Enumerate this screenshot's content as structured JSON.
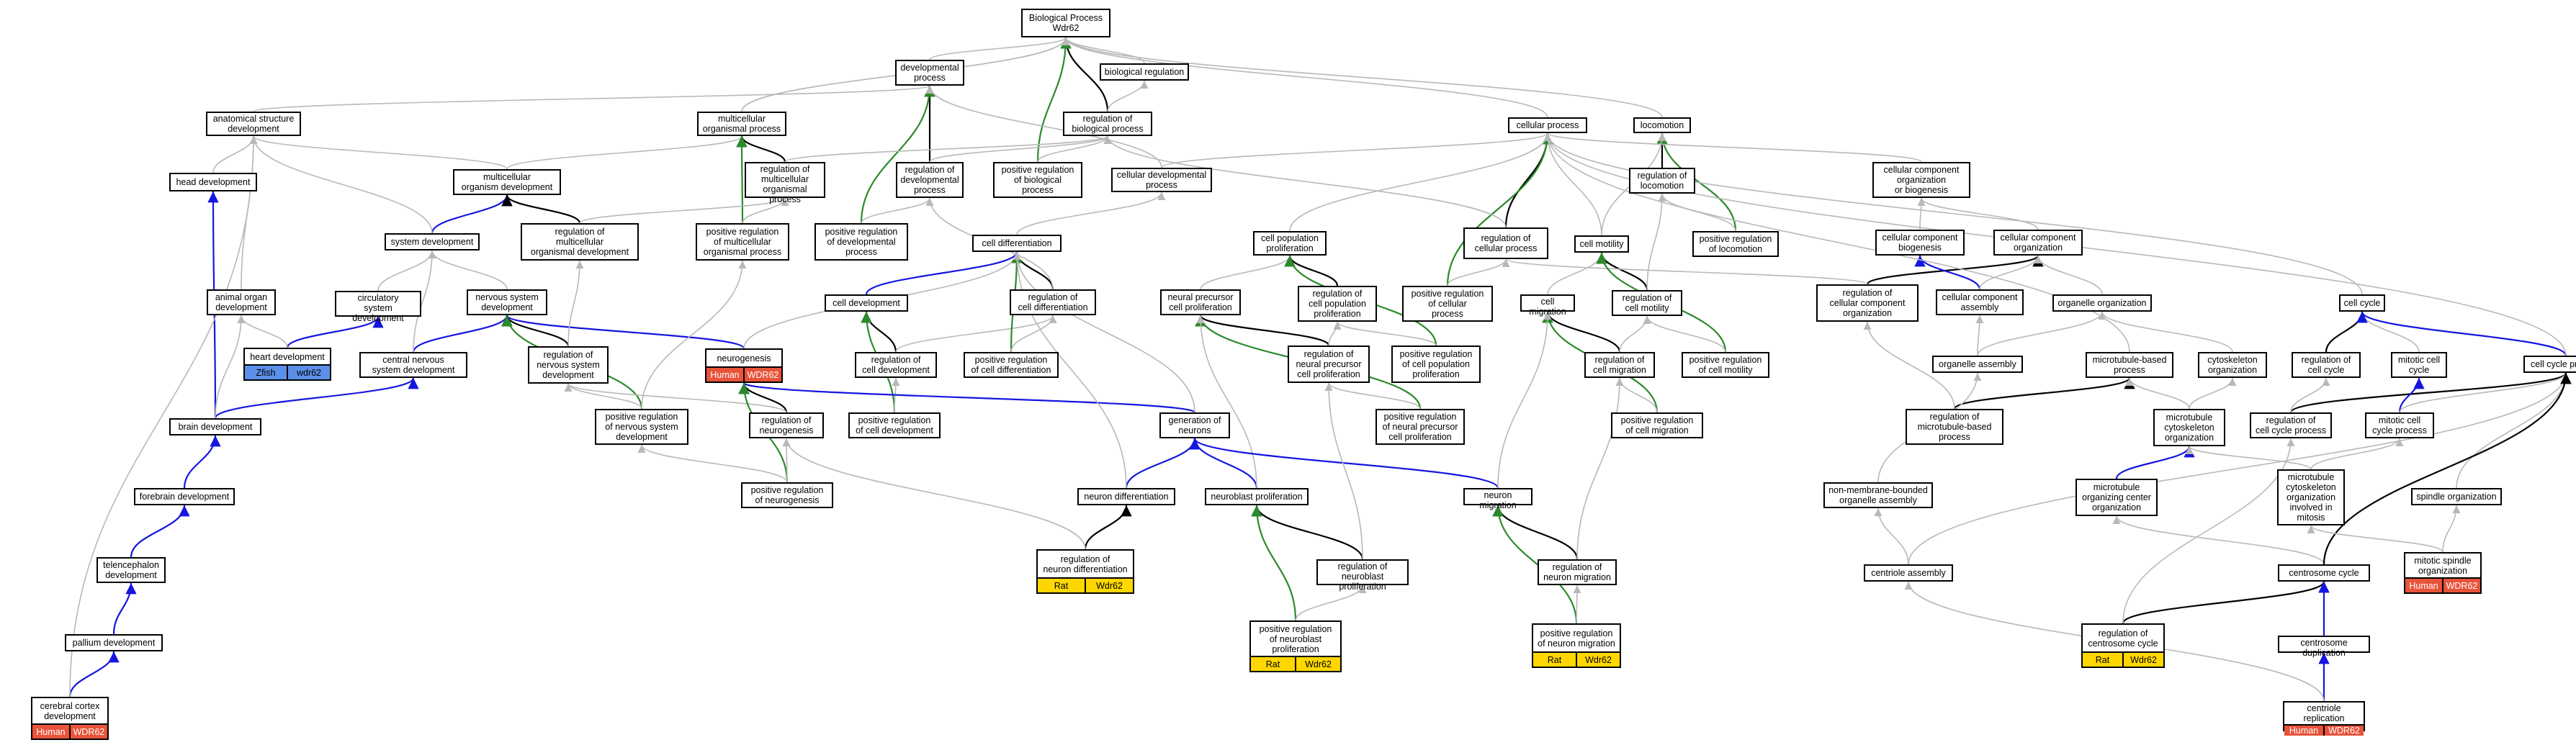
{
  "colors": {
    "grey": "#b8b8b8",
    "black": "#000000",
    "green": "#2b8a2b",
    "blue": "#1515e0",
    "rat": "#ffd700",
    "human": "#e8533a",
    "zfish": "#5b8fe8"
  },
  "nodes": [
    {
      "id": "bp",
      "label": "Biological Process\nWdr62"
    },
    {
      "id": "dev",
      "label": "developmental\nprocess"
    },
    {
      "id": "breg",
      "label": "biological regulation"
    },
    {
      "id": "asd",
      "label": "anatomical structure\ndevelopment"
    },
    {
      "id": "mop",
      "label": "multicellular\norganismal process"
    },
    {
      "id": "rbp",
      "label": "regulation of\nbiological process"
    },
    {
      "id": "cp",
      "label": "cellular process"
    },
    {
      "id": "loc",
      "label": "locomotion"
    },
    {
      "id": "hd",
      "label": "head development"
    },
    {
      "id": "mod",
      "label": "multicellular\norganism development"
    },
    {
      "id": "rmop",
      "label": "regulation of\nmulticellular\norganismal process"
    },
    {
      "id": "rdp",
      "label": "regulation of\ndevelopmental\nprocess"
    },
    {
      "id": "prbp",
      "label": "positive regulation\nof biological\nprocess"
    },
    {
      "id": "cdp",
      "label": "cellular developmental\nprocess"
    },
    {
      "id": "rloc",
      "label": "regulation of\nlocomotion"
    },
    {
      "id": "ccob",
      "label": "cellular component\norganization\nor biogenesis"
    },
    {
      "id": "sd",
      "label": "system development"
    },
    {
      "id": "rmod",
      "label": "regulation of\nmulticellular\norganismal development"
    },
    {
      "id": "prmop",
      "label": "positive regulation\nof multicellular\norganismal process"
    },
    {
      "id": "prdp",
      "label": "positive regulation\nof developmental\nprocess"
    },
    {
      "id": "cdiff",
      "label": "cell differentiation"
    },
    {
      "id": "cpp",
      "label": "cell population\nproliferation"
    },
    {
      "id": "rcp",
      "label": "regulation of\ncellular process"
    },
    {
      "id": "cmot",
      "label": "cell motility"
    },
    {
      "id": "prloc",
      "label": "positive regulation\nof locomotion"
    },
    {
      "id": "ccb",
      "label": "cellular component\nbiogenesis"
    },
    {
      "id": "cco",
      "label": "cellular component\norganization"
    },
    {
      "id": "aod",
      "label": "animal organ\ndevelopment"
    },
    {
      "id": "csd",
      "label": "circulatory\nsystem development"
    },
    {
      "id": "nsd",
      "label": "nervous system\ndevelopment"
    },
    {
      "id": "cdev",
      "label": "cell development"
    },
    {
      "id": "rcd",
      "label": "regulation of\ncell differentiation"
    },
    {
      "id": "npcp",
      "label": "neural precursor\ncell proliferation"
    },
    {
      "id": "rcpp",
      "label": "regulation of\ncell population\nproliferation"
    },
    {
      "id": "prcp",
      "label": "positive regulation\nof cellular\nprocess"
    },
    {
      "id": "cmig",
      "label": "cell migration"
    },
    {
      "id": "rcm",
      "label": "regulation of\ncell motility"
    },
    {
      "id": "rcco",
      "label": "regulation of\ncellular component\norganization"
    },
    {
      "id": "cca",
      "label": "cellular component\nassembly"
    },
    {
      "id": "oo",
      "label": "organelle organization"
    },
    {
      "id": "cc",
      "label": "cell cycle"
    },
    {
      "id": "heart",
      "label": "heart development",
      "tags": [
        "Zfish",
        "wdr62"
      ],
      "color": "blue"
    },
    {
      "id": "cnsd",
      "label": "central nervous\nsystem development"
    },
    {
      "id": "neurog",
      "label": "neurogenesis",
      "tags": [
        "Human",
        "WDR62"
      ],
      "color": "red"
    },
    {
      "id": "rnsd",
      "label": "regulation of\nnervous system\ndevelopment"
    },
    {
      "id": "rcdev",
      "label": "regulation of\ncell development"
    },
    {
      "id": "prcd",
      "label": "positive regulation\nof cell differentiation"
    },
    {
      "id": "rnpcp",
      "label": "regulation of\nneural precursor\ncell proliferation"
    },
    {
      "id": "prcpp",
      "label": "positive regulation\nof cell population\nproliferation"
    },
    {
      "id": "rcmig",
      "label": "regulation of\ncell migration"
    },
    {
      "id": "prcm",
      "label": "positive regulation\nof cell motility"
    },
    {
      "id": "oa",
      "label": "organelle assembly"
    },
    {
      "id": "mbp",
      "label": "microtubule-based\nprocess"
    },
    {
      "id": "cyto",
      "label": "cytoskeleton\norganization"
    },
    {
      "id": "rcc",
      "label": "regulation of\ncell cycle"
    },
    {
      "id": "mcc",
      "label": "mitotic cell\ncycle"
    },
    {
      "id": "ccp",
      "label": "cell cycle process"
    },
    {
      "id": "brain",
      "label": "brain development"
    },
    {
      "id": "prnsd",
      "label": "positive regulation\nof nervous system\ndevelopment"
    },
    {
      "id": "rneurog",
      "label": "regulation of\nneurogenesis"
    },
    {
      "id": "prcdev",
      "label": "positive regulation\nof cell development"
    },
    {
      "id": "gon",
      "label": "generation of\nneurons"
    },
    {
      "id": "prnpcp",
      "label": "positive regulation\nof neural precursor\ncell proliferation"
    },
    {
      "id": "prcmig",
      "label": "positive regulation\nof cell migration"
    },
    {
      "id": "rmbp",
      "label": "regulation of\nmicrotubule-based\nprocess"
    },
    {
      "id": "mco",
      "label": "microtubule\ncytoskeleton\norganization"
    },
    {
      "id": "rccp",
      "label": "regulation of\ncell cycle process"
    },
    {
      "id": "mccp",
      "label": "mitotic cell\ncycle process"
    },
    {
      "id": "forebrain",
      "label": "forebrain development"
    },
    {
      "id": "prneurog",
      "label": "positive regulation\nof neurogenesis"
    },
    {
      "id": "ndiff",
      "label": "neuron differentiation"
    },
    {
      "id": "nbp",
      "label": "neuroblast proliferation"
    },
    {
      "id": "nmig",
      "label": "neuron migration"
    },
    {
      "id": "nmboa",
      "label": "non-membrane-bounded\norganelle assembly"
    },
    {
      "id": "mocc",
      "label": "microtubule\norganizing center\norganization"
    },
    {
      "id": "mcomit",
      "label": "microtubule\ncytoskeleton\norganization\ninvolved in\nmitosis"
    },
    {
      "id": "spindle",
      "label": "spindle organization"
    },
    {
      "id": "tel",
      "label": "telencephalon\ndevelopment"
    },
    {
      "id": "rnd",
      "label": "regulation of\nneuron differentiation",
      "tags": [
        "Rat",
        "Wdr62"
      ],
      "color": "yellow"
    },
    {
      "id": "rnbp",
      "label": "regulation of\nneuroblast proliferation"
    },
    {
      "id": "rnm",
      "label": "regulation of\nneuron migration"
    },
    {
      "id": "ca",
      "label": "centriole assembly"
    },
    {
      "id": "csc",
      "label": "centrosome cycle"
    },
    {
      "id": "msp",
      "label": "mitotic spindle\norganization",
      "tags": [
        "Human",
        "WDR62"
      ],
      "color": "red"
    },
    {
      "id": "pallium",
      "label": "pallium development"
    },
    {
      "id": "prnbp",
      "label": "positive regulation\nof neuroblast\nproliferation",
      "tags": [
        "Rat",
        "Wdr62"
      ],
      "color": "yellow"
    },
    {
      "id": "prnm",
      "label": "positive regulation\nof neuron migration",
      "tags": [
        "Rat",
        "Wdr62"
      ],
      "color": "yellow"
    },
    {
      "id": "rcsc",
      "label": "regulation of\ncentrosome cycle",
      "tags": [
        "Rat",
        "Wdr62"
      ],
      "color": "yellow"
    },
    {
      "id": "cdup",
      "label": "centrosome duplication"
    },
    {
      "id": "cerebral",
      "label": "cerebral cortex\ndevelopment",
      "tags": [
        "Human",
        "WDR62"
      ],
      "color": "red"
    },
    {
      "id": "crep",
      "label": "centriole replication",
      "tags": [
        "Human",
        "WDR62"
      ],
      "color": "red"
    }
  ],
  "edges": [
    [
      "dev",
      "bp",
      "grey"
    ],
    [
      "breg",
      "bp",
      "grey"
    ],
    [
      "rbp",
      "bp",
      "black"
    ],
    [
      "prbp",
      "bp",
      "green"
    ],
    [
      "cp",
      "bp",
      "grey"
    ],
    [
      "loc",
      "bp",
      "grey"
    ],
    [
      "mop",
      "bp",
      "grey"
    ],
    [
      "asd",
      "dev",
      "grey"
    ],
    [
      "rbp",
      "breg",
      "grey"
    ],
    [
      "mop",
      "bp",
      "grey"
    ],
    [
      "rdp",
      "dev",
      "black"
    ],
    [
      "prdp",
      "dev",
      "green"
    ],
    [
      "hd",
      "asd",
      "grey"
    ],
    [
      "mod",
      "asd",
      "grey"
    ],
    [
      "mod",
      "mop",
      "grey"
    ],
    [
      "rmop",
      "mop",
      "black"
    ],
    [
      "prmop",
      "mop",
      "green"
    ],
    [
      "rmop",
      "rbp",
      "grey"
    ],
    [
      "rdp",
      "rbp",
      "grey"
    ],
    [
      "prbp",
      "rbp",
      "grey"
    ],
    [
      "rcp",
      "cp",
      "black"
    ],
    [
      "prcp",
      "cp",
      "green"
    ],
    [
      "cdp",
      "cp",
      "grey"
    ],
    [
      "cdp",
      "dev",
      "grey"
    ],
    [
      "rloc",
      "loc",
      "black"
    ],
    [
      "prloc",
      "loc",
      "green"
    ],
    [
      "cmot",
      "cp",
      "grey"
    ],
    [
      "ccob",
      "cp",
      "grey"
    ],
    [
      "sd",
      "mod",
      "blue"
    ],
    [
      "sd",
      "asd",
      "grey"
    ],
    [
      "rmod",
      "mod",
      "black"
    ],
    [
      "rmod",
      "rmop",
      "grey"
    ],
    [
      "prmop",
      "rmop",
      "grey"
    ],
    [
      "prdp",
      "rdp",
      "grey"
    ],
    [
      "cdiff",
      "cdp",
      "grey"
    ],
    [
      "cpp",
      "cp",
      "grey"
    ],
    [
      "rcp",
      "rbp",
      "grey"
    ],
    [
      "cmot",
      "loc",
      "grey"
    ],
    [
      "prloc",
      "rloc",
      "grey"
    ],
    [
      "ccb",
      "ccob",
      "grey"
    ],
    [
      "cco",
      "ccob",
      "grey"
    ],
    [
      "aod",
      "asd",
      "grey"
    ],
    [
      "csd",
      "sd",
      "grey"
    ],
    [
      "nsd",
      "sd",
      "grey"
    ],
    [
      "cdev",
      "cdiff",
      "blue"
    ],
    [
      "rcd",
      "cdiff",
      "black"
    ],
    [
      "rcd",
      "rdp",
      "grey"
    ],
    [
      "npcp",
      "cpp",
      "grey"
    ],
    [
      "rcpp",
      "cpp",
      "black"
    ],
    [
      "prcp",
      "rcp",
      "grey"
    ],
    [
      "cmig",
      "cmot",
      "grey"
    ],
    [
      "rcm",
      "cmot",
      "black"
    ],
    [
      "rcm",
      "rloc",
      "grey"
    ],
    [
      "rcco",
      "cco",
      "black"
    ],
    [
      "rcco",
      "rcp",
      "grey"
    ],
    [
      "cca",
      "ccb",
      "blue"
    ],
    [
      "cca",
      "cco",
      "grey"
    ],
    [
      "oo",
      "cco",
      "grey"
    ],
    [
      "cc",
      "cp",
      "grey"
    ],
    [
      "heart",
      "csd",
      "blue"
    ],
    [
      "heart",
      "aod",
      "grey"
    ],
    [
      "cnsd",
      "nsd",
      "blue"
    ],
    [
      "cnsd",
      "sd",
      "grey"
    ],
    [
      "neurog",
      "nsd",
      "blue"
    ],
    [
      "neurog",
      "cdiff",
      "grey"
    ],
    [
      "rnsd",
      "nsd",
      "black"
    ],
    [
      "rnsd",
      "rmod",
      "grey"
    ],
    [
      "rcdev",
      "cdev",
      "black"
    ],
    [
      "rcdev",
      "rcd",
      "grey"
    ],
    [
      "prcd",
      "cdiff",
      "green"
    ],
    [
      "prcd",
      "rcd",
      "grey"
    ],
    [
      "rnpcp",
      "npcp",
      "black"
    ],
    [
      "rnpcp",
      "rcpp",
      "grey"
    ],
    [
      "prcpp",
      "cpp",
      "green"
    ],
    [
      "prcpp",
      "rcpp",
      "grey"
    ],
    [
      "rcmig",
      "cmig",
      "black"
    ],
    [
      "rcmig",
      "rcm",
      "grey"
    ],
    [
      "prcm",
      "cmot",
      "green"
    ],
    [
      "prcm",
      "rcm",
      "grey"
    ],
    [
      "oa",
      "oo",
      "grey"
    ],
    [
      "oa",
      "cca",
      "grey"
    ],
    [
      "mbp",
      "cp",
      "grey"
    ],
    [
      "cyto",
      "oo",
      "grey"
    ],
    [
      "rcc",
      "cc",
      "black"
    ],
    [
      "mcc",
      "cc",
      "grey"
    ],
    [
      "ccp",
      "cc",
      "blue"
    ],
    [
      "ccp",
      "cp",
      "grey"
    ],
    [
      "brain",
      "cnsd",
      "blue"
    ],
    [
      "brain",
      "hd",
      "blue"
    ],
    [
      "brain",
      "aod",
      "grey"
    ],
    [
      "prnsd",
      "nsd",
      "green"
    ],
    [
      "prnsd",
      "rnsd",
      "grey"
    ],
    [
      "prnsd",
      "prmop",
      "grey"
    ],
    [
      "rneurog",
      "neurog",
      "black"
    ],
    [
      "rneurog",
      "rnsd",
      "grey"
    ],
    [
      "prcdev",
      "cdev",
      "green"
    ],
    [
      "prcdev",
      "rcdev",
      "grey"
    ],
    [
      "gon",
      "neurog",
      "blue"
    ],
    [
      "gon",
      "cdiff",
      "grey"
    ],
    [
      "prnpcp",
      "npcp",
      "green"
    ],
    [
      "prnpcp",
      "rnpcp",
      "grey"
    ],
    [
      "prcmig",
      "cmig",
      "green"
    ],
    [
      "prcmig",
      "rcmig",
      "grey"
    ],
    [
      "rmbp",
      "mbp",
      "black"
    ],
    [
      "rmbp",
      "rcco",
      "grey"
    ],
    [
      "mco",
      "mbp",
      "grey"
    ],
    [
      "mco",
      "cyto",
      "grey"
    ],
    [
      "rccp",
      "ccp",
      "black"
    ],
    [
      "rccp",
      "rcc",
      "grey"
    ],
    [
      "mccp",
      "mcc",
      "blue"
    ],
    [
      "mccp",
      "ccp",
      "grey"
    ],
    [
      "forebrain",
      "brain",
      "blue"
    ],
    [
      "prneurog",
      "neurog",
      "green"
    ],
    [
      "prneurog",
      "rneurog",
      "grey"
    ],
    [
      "prneurog",
      "prnsd",
      "grey"
    ],
    [
      "ndiff",
      "gon",
      "blue"
    ],
    [
      "ndiff",
      "cdiff",
      "grey"
    ],
    [
      "nbp",
      "gon",
      "blue"
    ],
    [
      "nbp",
      "npcp",
      "grey"
    ],
    [
      "nmig",
      "gon",
      "blue"
    ],
    [
      "nmig",
      "cmig",
      "grey"
    ],
    [
      "nmboa",
      "oa",
      "grey"
    ],
    [
      "mocc",
      "mco",
      "blue"
    ],
    [
      "mcomit",
      "mco",
      "grey"
    ],
    [
      "mcomit",
      "mccp",
      "grey"
    ],
    [
      "spindle",
      "ccp",
      "grey"
    ],
    [
      "tel",
      "forebrain",
      "blue"
    ],
    [
      "rnd",
      "ndiff",
      "black"
    ],
    [
      "rnd",
      "rneurog",
      "grey"
    ],
    [
      "rnbp",
      "nbp",
      "black"
    ],
    [
      "rnbp",
      "rnpcp",
      "grey"
    ],
    [
      "rnm",
      "nmig",
      "black"
    ],
    [
      "rnm",
      "rcmig",
      "grey"
    ],
    [
      "ca",
      "nmboa",
      "grey"
    ],
    [
      "ca",
      "ccp",
      "grey"
    ],
    [
      "csc",
      "mocc",
      "grey"
    ],
    [
      "csc",
      "ccp",
      "black"
    ],
    [
      "msp",
      "mcomit",
      "grey"
    ],
    [
      "msp",
      "spindle",
      "grey"
    ],
    [
      "pallium",
      "tel",
      "blue"
    ],
    [
      "prnbp",
      "nbp",
      "green"
    ],
    [
      "prnbp",
      "rnbp",
      "grey"
    ],
    [
      "prnm",
      "nmig",
      "green"
    ],
    [
      "prnm",
      "rnm",
      "grey"
    ],
    [
      "rcsc",
      "csc",
      "black"
    ],
    [
      "rcsc",
      "rccp",
      "grey"
    ],
    [
      "cdup",
      "csc",
      "blue"
    ],
    [
      "cerebral",
      "pallium",
      "blue"
    ],
    [
      "cerebral",
      "asd",
      "grey"
    ],
    [
      "crep",
      "cdup",
      "blue"
    ],
    [
      "crep",
      "ca",
      "grey"
    ]
  ]
}
